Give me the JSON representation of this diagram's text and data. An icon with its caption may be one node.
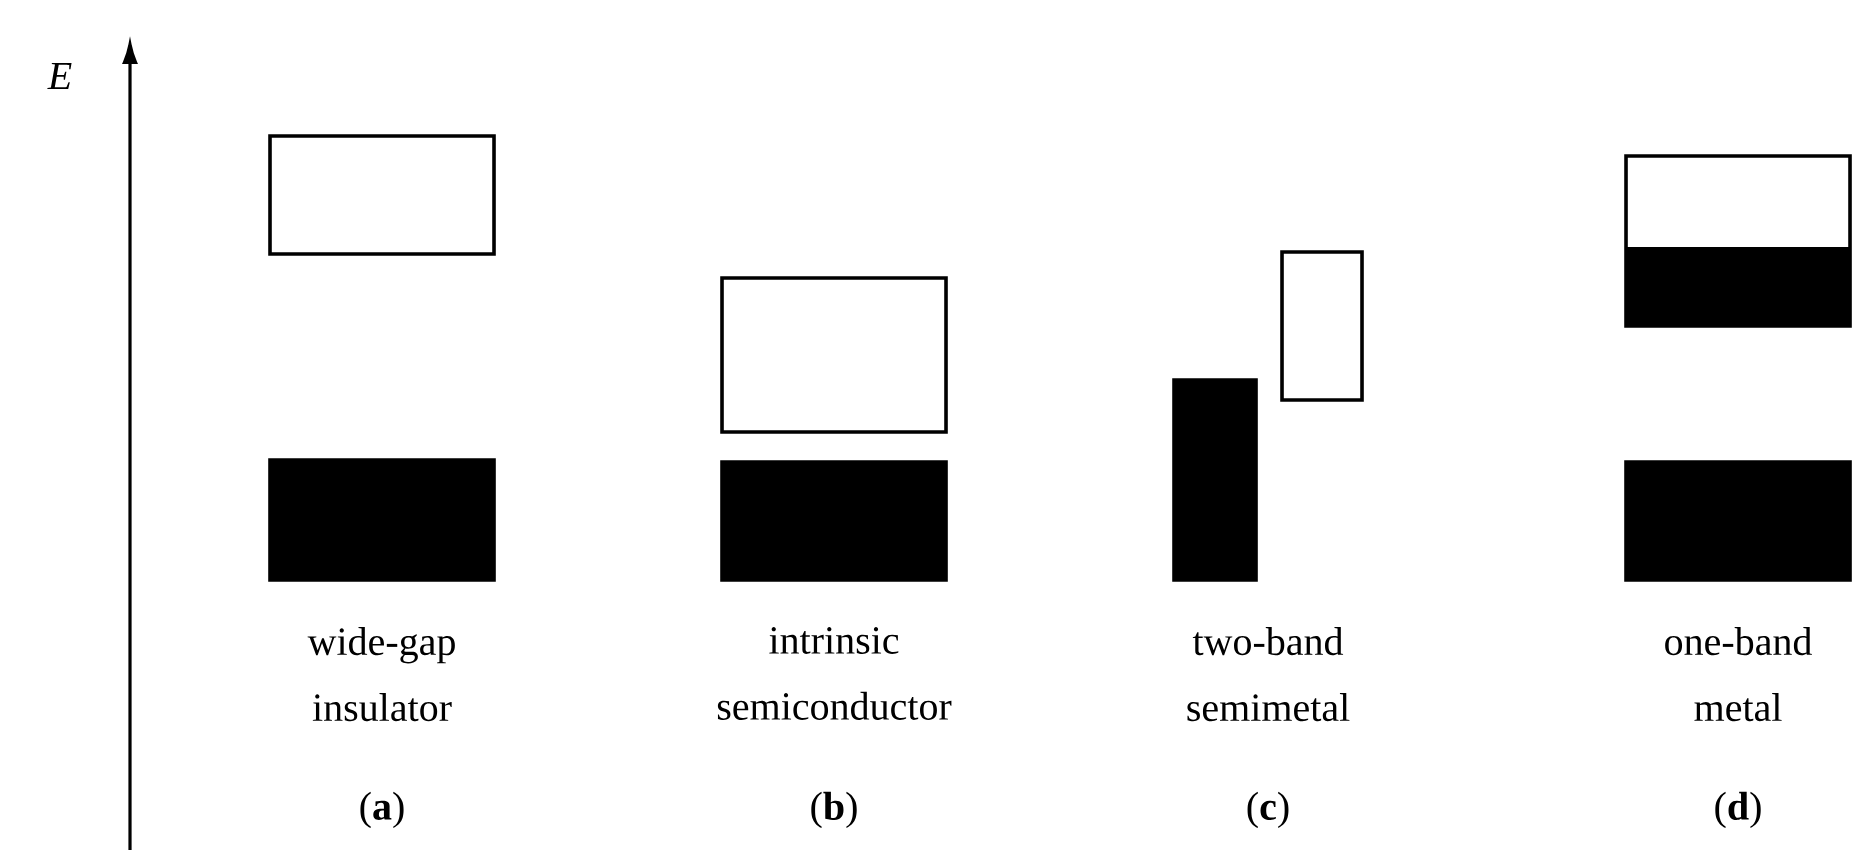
{
  "diagram": {
    "labels": [
      "E",
      "wide-gap insulator",
      "intrinsic semiconductor",
      "two-band semimetal",
      "one-band metal",
      "(**a**)",
      "(**b**)",
      "(**c**)",
      "(**d**)"
    ]
  }
}
